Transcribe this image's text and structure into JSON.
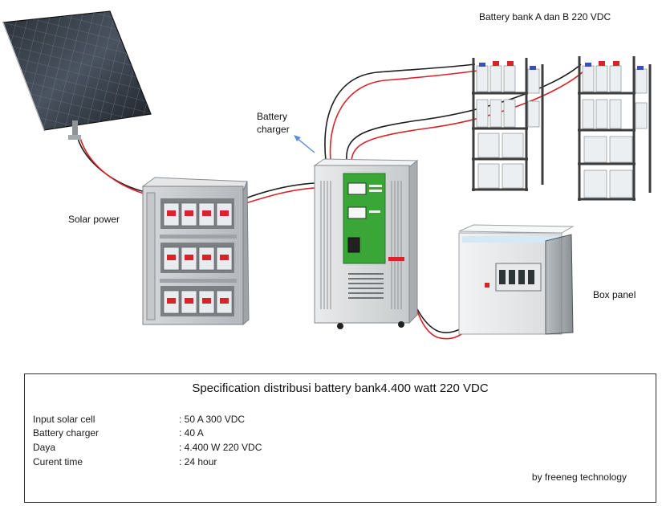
{
  "labels": {
    "battery_bank": "Battery bank  A dan B 220 VDC",
    "battery_charger": "Battery charger",
    "solar_power": "Solar power",
    "box_panel": "Box panel"
  },
  "specification": {
    "title": "Specification distribusi battery bank4.400 watt 220 VDC",
    "rows": [
      {
        "label": "Input solar cell",
        "value": ": 50 A 300 VDC"
      },
      {
        "label": "Battery charger",
        "value": ":  40 A"
      },
      {
        "label": "Daya",
        "value": ": 4.400 W 220 VDC"
      },
      {
        "label": "Curent time",
        "value": ": 24 hour"
      }
    ],
    "credit": "by freeneg technology"
  },
  "colors": {
    "wire_red": "#d8232a",
    "wire_black": "#1e1e1e",
    "arrow_blue": "#5b8fd1",
    "panel_green": "#3aa637",
    "rack_dark": "#3d3d3d"
  }
}
